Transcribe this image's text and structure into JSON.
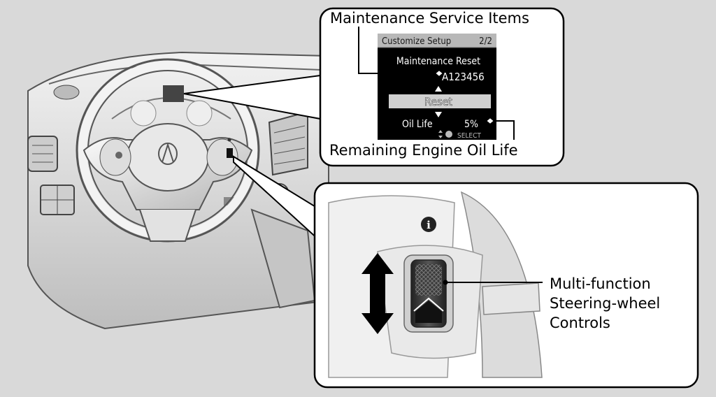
{
  "callouts": {
    "maintenance_items": "Maintenance Service Items",
    "oil_life": "Remaining Engine Oil Life",
    "controls_line1": "Multi-function",
    "controls_line2": "Steering-wheel",
    "controls_line3": "Controls"
  },
  "screen": {
    "header_left": "Customize Setup",
    "header_right": "2/2",
    "title": "Maintenance Reset",
    "code": "A123456",
    "reset_label": "Reset",
    "oil_label": "Oil Life",
    "oil_value": "5%",
    "select_hint": "SELECT"
  },
  "icons": {
    "info": "i"
  },
  "colors": {
    "background": "#d9d9d9",
    "screen_bg": "#000000",
    "screen_header": "#b8b8b8",
    "reset_bar": "#d0d0d0"
  }
}
